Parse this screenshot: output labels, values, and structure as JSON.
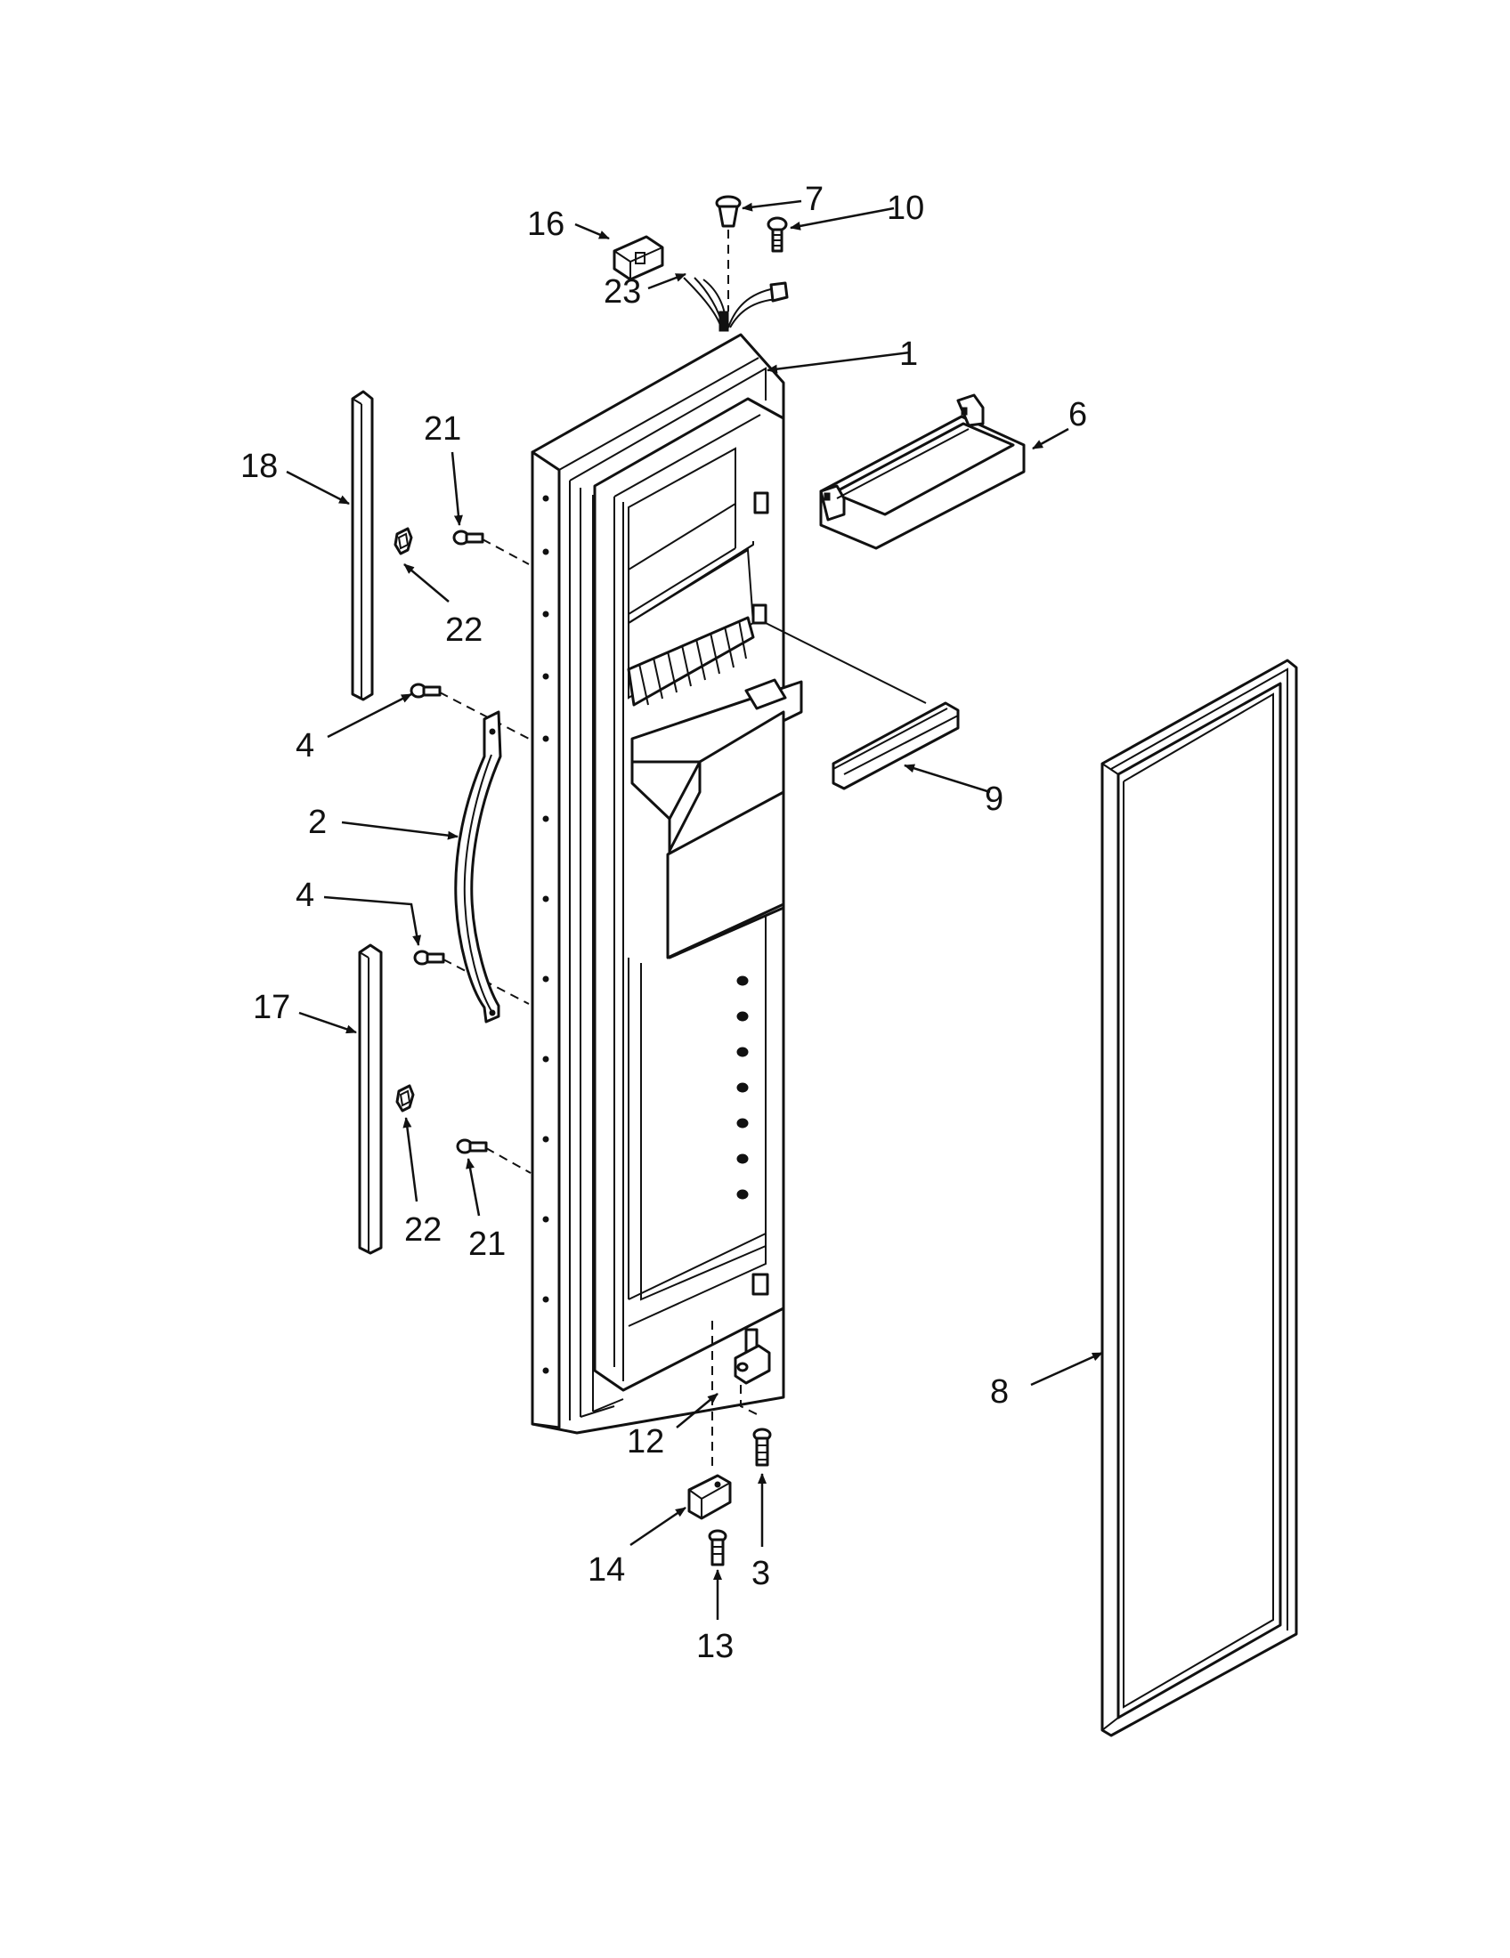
{
  "diagram": {
    "callouts": [
      "1",
      "2",
      "3",
      "4",
      "4",
      "6",
      "7",
      "8",
      "9",
      "10",
      "12",
      "13",
      "14",
      "16",
      "17",
      "18",
      "21",
      "21",
      "22",
      "22",
      "23"
    ]
  }
}
